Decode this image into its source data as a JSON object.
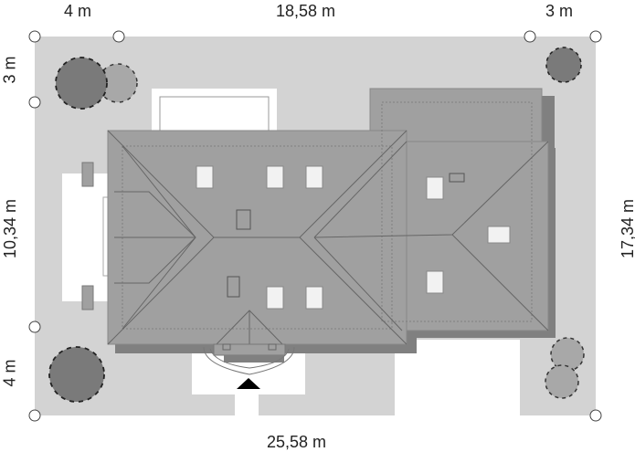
{
  "dimensions": {
    "top_left": "4 m",
    "top_middle": "18,58 m",
    "top_right": "3 m",
    "bottom": "25,58 m",
    "left_top": "3 m",
    "left_middle": "10,34 m",
    "left_bottom": "4 m",
    "right": "17,34 m"
  },
  "colors": {
    "plot": "#d3d3d3",
    "roof": "#a0a0a0",
    "shadow": "#808080",
    "skylight": "#f2f2f2",
    "tree_dark": "#7a7a7a",
    "tree_light": "#a8a8a8"
  },
  "icons": {
    "entrance": "entrance-arrow-icon",
    "markers": "survey-marker-icon"
  }
}
